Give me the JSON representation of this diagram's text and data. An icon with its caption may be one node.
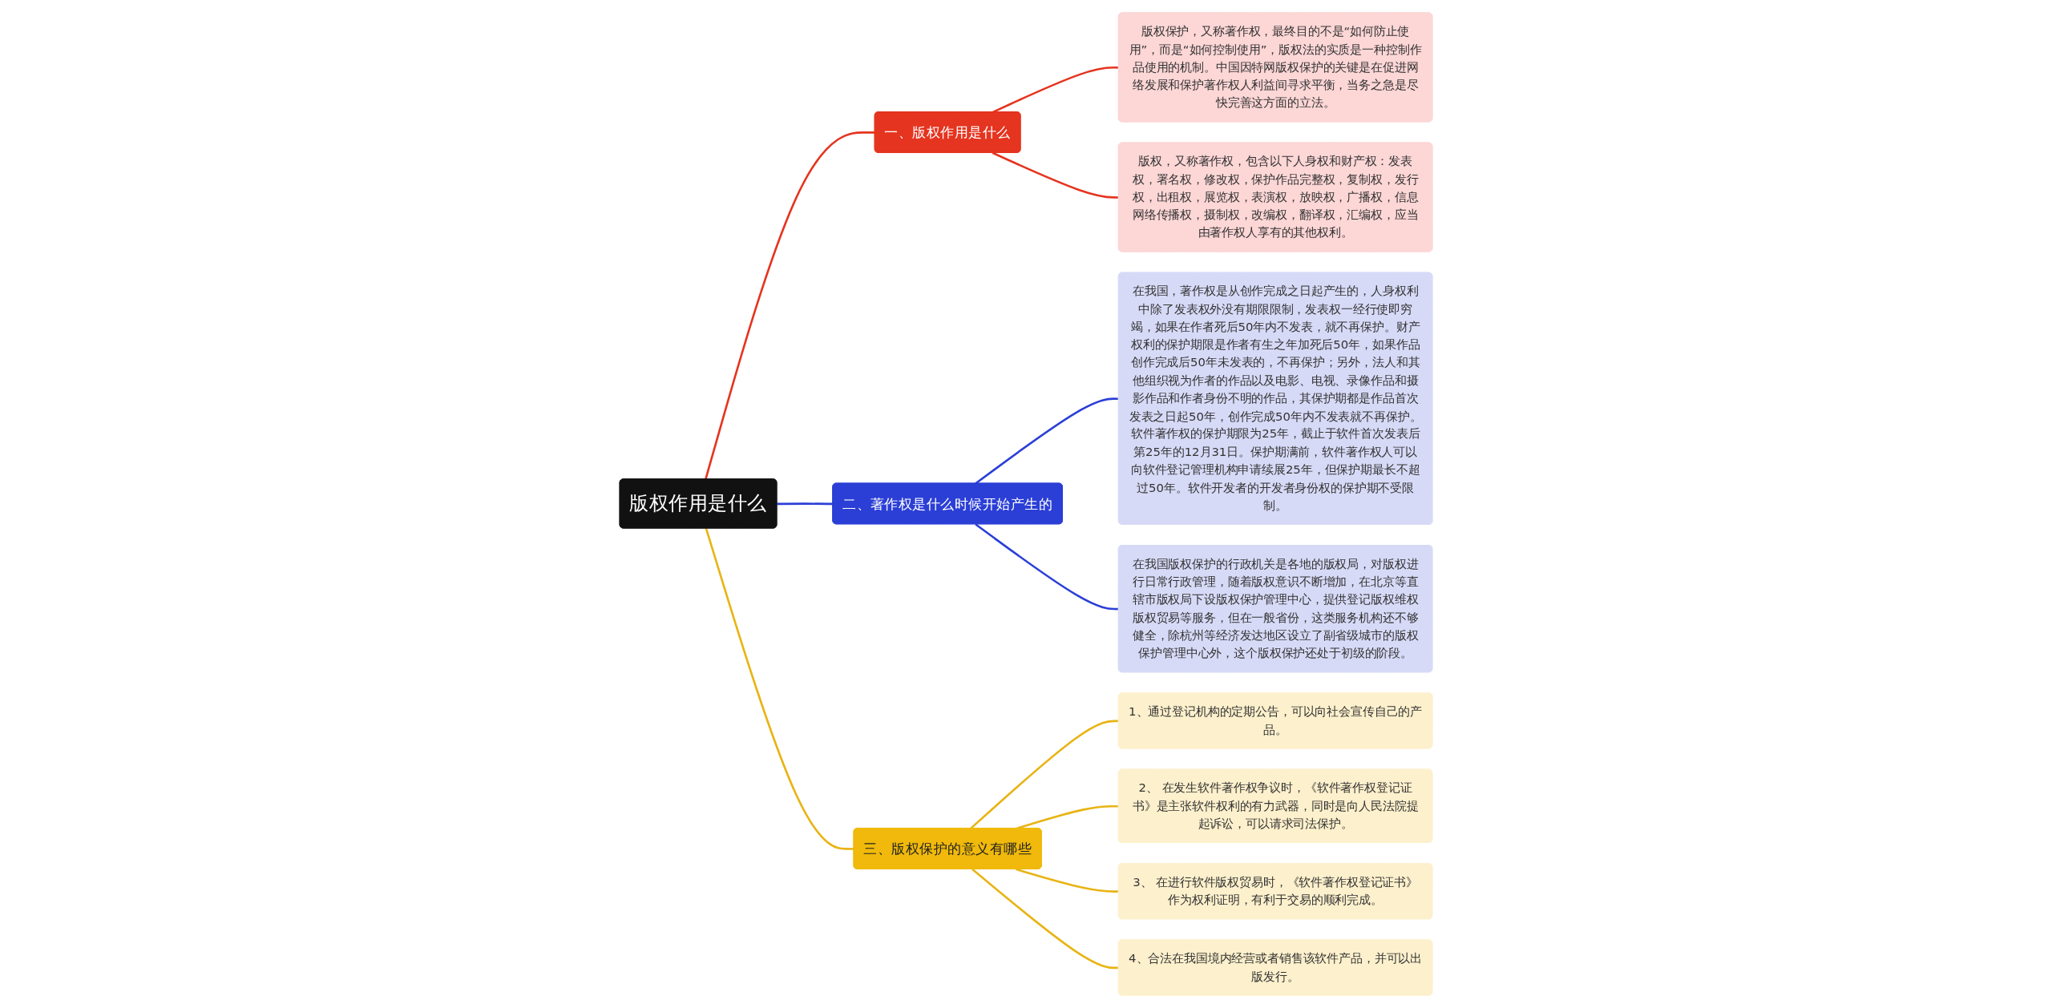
{
  "diagram": {
    "nodes": [
      {
        "text": [
          "版权作用是什么"
        ]
      },
      {
        "text": [
          "一、版权作用是什么"
        ]
      },
      {
        "text": [
          "版权保护，又称著作权，最终目的不是“如何防止使用”，而是“如何控制使用”，版权法的实质是一种控制作品使用的机制。中国因特网版权保护的关键是在促进网络发展和保护著作权人利益间寻求平衡，当务之急是尽快完善这方面的立法。"
        ]
      },
      {
        "text": [
          "版权，又称著作权，包含以下人身权和财产权：发表权，署名权，修改权，保护作品完整权，复制权，发行权，出租权，展览权，表演权，放映权，广播权，信息网络传播权，摄制权，改编权，翻译权，汇编权，应当由著作权人享有的其他权利。"
        ]
      },
      {
        "text": [
          "二、著作权是什么时候开始产生的"
        ]
      },
      {
        "text": [
          "在我国，著作权是从创作完成之日起产生的，人身权利中除了发表权外没有期限限制，发表权一经行使即穷竭，如果在作者死后50年内不发表，就不再保护。财产权利的保护期限是作者有生之年加死后50年，如果作品创作完成后50年未发表的，不再保护；另外，法人和其他组织视为作者的作品以及电影、电视、录像作品和摄影作品和作者身份不明的作品，其保护期都是作品首次发表之日起50年，创作完成50年内不发表就不再保护。软件著作权的保护期限为25年，截止于软件首次发表后第25年的12月31日。保护期满前，软件著作权人可以向软件登记管理机构申请续展25年，但保护期最长不超过50年。软件开发者的开发者身份权的保护期不受限制。"
        ]
      },
      {
        "text": [
          "在我国版权保护的行政机关是各地的版权局，对版权进行日常行政管理，随着版权意识不断增加，在北京等直辖市版权局下设版权保护管理中心，提供登记版权维权版权贸易等服务，但在一般省份，这类服务机构还不够健全，除杭州等经济发达地区设立了副省级城市的版权保护管理中心外，这个版权保护还处于初级的阶段。"
        ]
      },
      {
        "text": [
          "三、版权保护的意义有哪些"
        ]
      },
      {
        "text": [
          "1、通过登记机构的定期公告，可以向社会宣传自己的产品。"
        ]
      },
      {
        "text": [
          "2、 在发生软件著作权争议时，《软件著作权登记证书》是主张软件权利的有力武器，同时是向人民法院提起诉讼，可以请求司法保护。"
        ]
      },
      {
        "text": [
          "3、 在进行软件版权贸易时，《软件著作权登记证书》作为权利证明，有利于交易的顺利完成。"
        ]
      },
      {
        "text": [
          "4、合法在我国境内经营或者销售该软件产品，并可以出版发行。"
        ]
      }
    ],
    "edges": [
      {
        "from": 0,
        "to": 1,
        "arrow": "none",
        "color": "#e5341f"
      },
      {
        "from": 1,
        "to": 2,
        "arrow": "none",
        "color": "#e5341f"
      },
      {
        "from": 1,
        "to": 3,
        "arrow": "none",
        "color": "#e5341f"
      },
      {
        "from": 0,
        "to": 4,
        "arrow": "none",
        "color": "#2b3fd6"
      },
      {
        "from": 4,
        "to": 5,
        "arrow": "none",
        "color": "#2b3fd6"
      },
      {
        "from": 4,
        "to": 6,
        "arrow": "none",
        "color": "#2b3fd6"
      },
      {
        "from": 0,
        "to": 7,
        "arrow": "none"
      },
      {
        "from": 7,
        "to": 8,
        "arrow": "none"
      },
      {
        "from": 7,
        "to": 9,
        "arrow": "none"
      },
      {
        "from": 7,
        "to": 10,
        "arrow": "none"
      },
      {
        "from": 7,
        "to": 11,
        "arrow": "none"
      }
    ]
  }
}
